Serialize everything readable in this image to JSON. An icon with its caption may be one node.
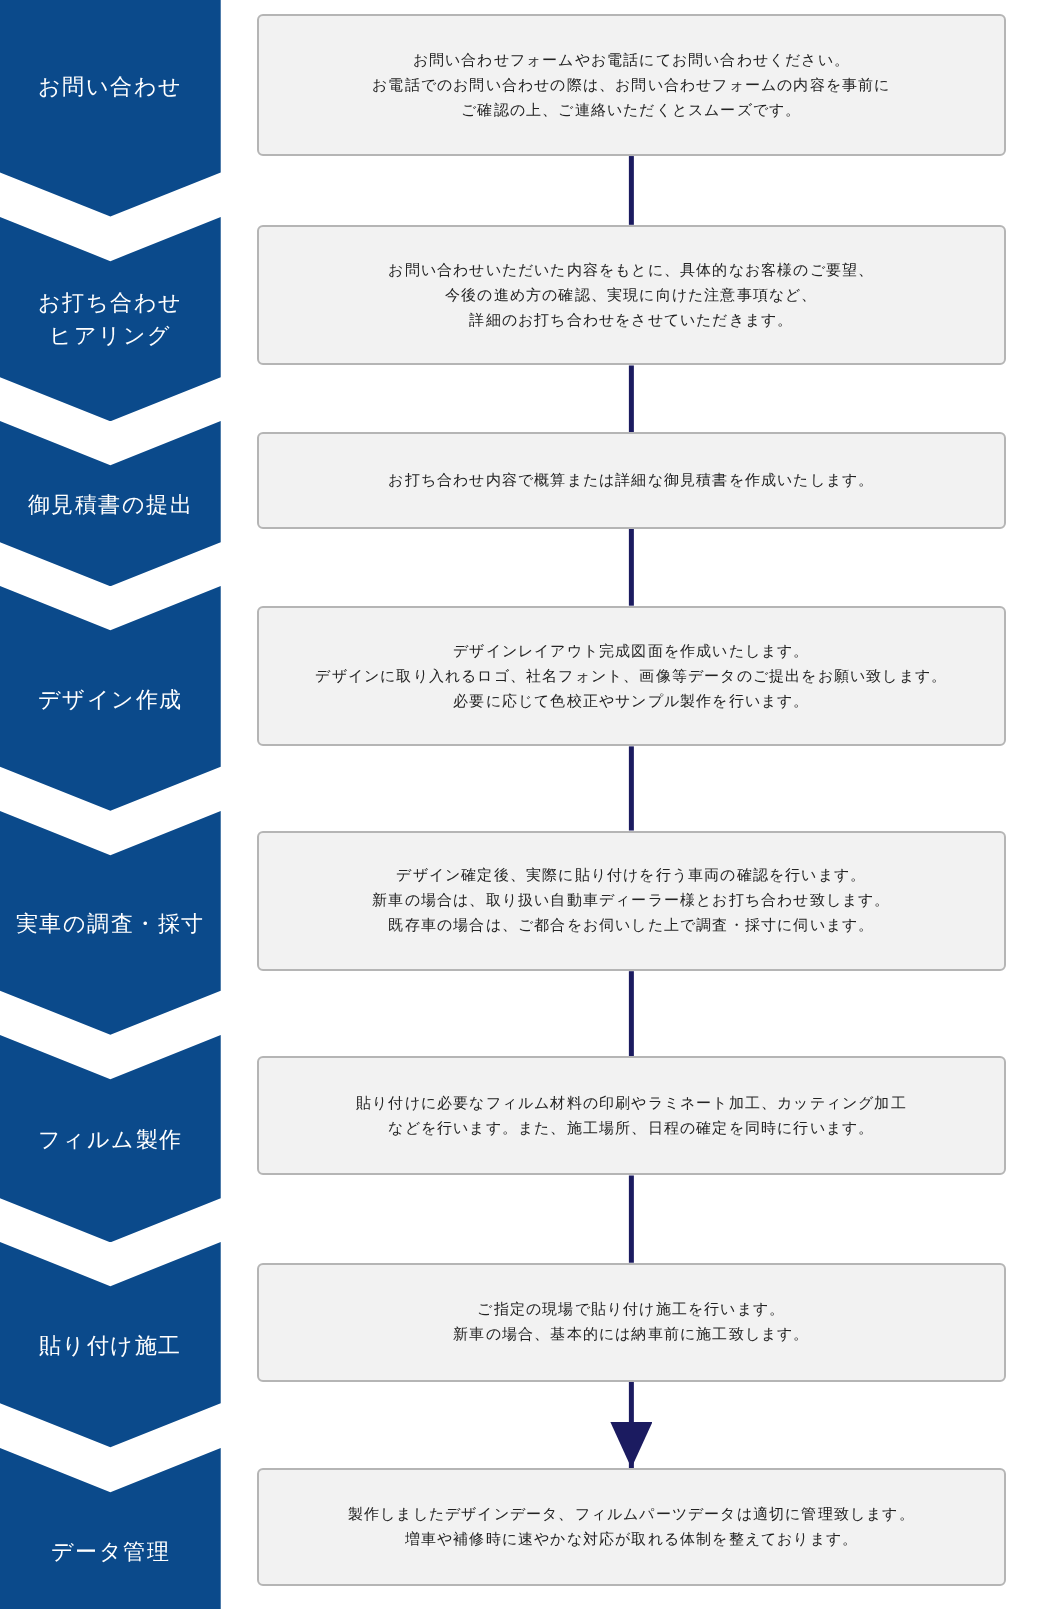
{
  "diagram": {
    "nodes": [
      {
        "text": [
          "お問い合わせ"
        ]
      },
      {
        "text": [
          "お問い合わせフォームやお電話にてお問い合わせください。お電話でのお問い合わせの際は、お問い合わせフォームの内容を事前にご確認の上、ご連絡いただくとスムーズです。"
        ]
      },
      {
        "text": [
          "お打ち合わせヒアリング"
        ]
      },
      {
        "text": [
          "お問い合わせいただいた内容をもとに、具体的なお客様のご要望、今後の進め方の確認、実現に向けた注意事項など、詳細のお打ち合わせをさせていただきます。"
        ]
      },
      {
        "text": [
          "御見積書の提出"
        ]
      },
      {
        "text": [
          "お打ち合わせ内容で概算または詳細な御見積書を作成いたします。"
        ]
      },
      {
        "text": [
          "デザイン作成"
        ]
      },
      {
        "text": [
          "デザインレイアウト完成図面を作成いたします。デザインに取り入れるロゴ、社名フォント、画像等データのご提出をお願い致します。必要に応じて色校正やサンプル製作を行います。"
        ]
      },
      {
        "text": [
          "実車の調査・採寸"
        ]
      },
      {
        "text": [
          "デザイン確定後、実際に貼り付けを行う車両の確認を行います。新車の場合は、取り扱い自動車ディーラー様とお打ち合わせ致します。既存車の場合は、ご都合をお伺いした上で調査・採寸に伺います。"
        ]
      },
      {
        "text": [
          "フィルム製作"
        ]
      },
      {
        "text": [
          "貼り付けに必要なフィルム材料の印刷やラミネート加工、カッティング加工などを行います。また、施工場所、日程の確定を同時に行います。"
        ]
      },
      {
        "text": [
          "貼り付け施工"
        ]
      },
      {
        "text": [
          "ご指定の現場で貼り付け施工を行います。新車の場合、基本的には納車前に施工致します。"
        ]
      },
      {
        "text": [
          "データ管理"
        ]
      },
      {
        "text": [
          "製作しましたデザインデータ、フィルムパーツデータは適切に管理致します。増車や補修時に速やかな対応が取れる体制を整えております。"
        ]
      }
    ],
    "edges": [
      {
        "from": 1,
        "to": 3,
        "arrow": "none"
      },
      {
        "from": 3,
        "to": 5,
        "arrow": "none"
      },
      {
        "from": 5,
        "to": 7,
        "arrow": "none"
      },
      {
        "from": 7,
        "to": 9,
        "arrow": "none"
      },
      {
        "from": 9,
        "to": 11,
        "arrow": "none"
      },
      {
        "from": 11,
        "to": 13,
        "arrow": "none"
      },
      {
        "from": 13,
        "to": 15,
        "arrow": "to"
      }
    ]
  }
}
